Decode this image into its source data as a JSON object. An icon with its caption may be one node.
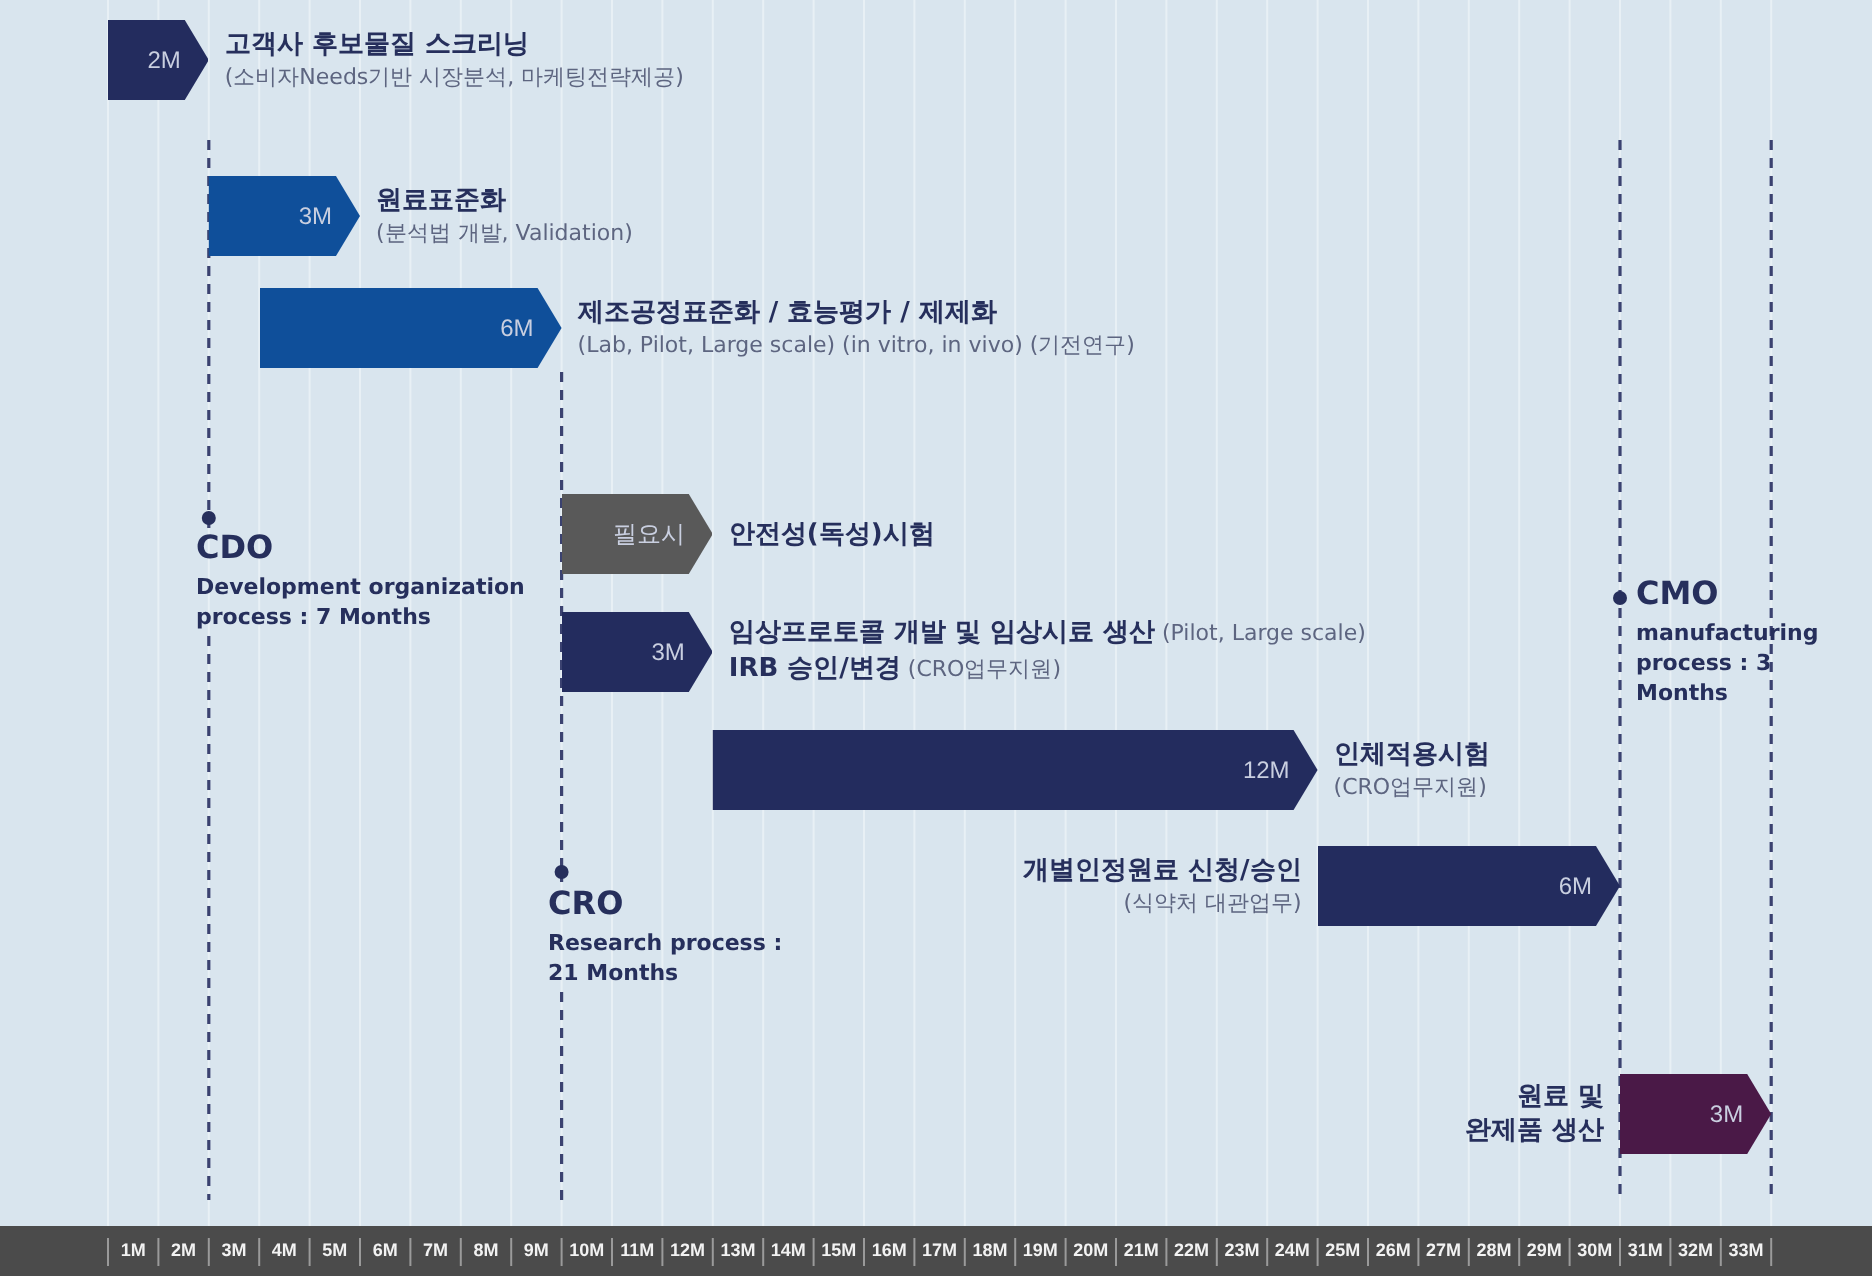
{
  "diagram": {
    "nodes": [
      {
        "text": [
          "2M"
        ],
        "beside": [
          "고객사 후보물질 스크리닝",
          "(소비자Needs기반 시장분석, 마케팅전략제공)"
        ]
      },
      {
        "text": [
          "3M"
        ],
        "beside": [
          "원료표준화",
          "(분석법 개발, Validation)"
        ]
      },
      {
        "text": [
          "6M"
        ],
        "beside": [
          "제조공정표준화 / 효능평가 / 제제화",
          "(Lab, Pilot, Large scale)  (in vitro, in vivo) (기전연구)"
        ]
      },
      {
        "text": [
          "필요시"
        ],
        "beside": [
          "안전성(독성)시험"
        ]
      },
      {
        "text": [
          "3M"
        ],
        "beside": [
          "**임상프로토콜 개발 및 임상시료 생산** (Pilot, Large scale)",
          "**IRB 승인/변경** (CRO업무지원)"
        ]
      },
      {
        "text": [
          "12M"
        ],
        "beside": [
          "인체적용시험",
          "(CRO업무지원)"
        ]
      },
      {
        "text": [
          "6M"
        ],
        "beside": [
          "개별인정원료 신청/승인",
          "(식약처 대관업무)"
        ]
      },
      {
        "text": [
          "3M"
        ],
        "beside": [
          "원료 및 완제품 생산"
        ]
      }
    ],
    "labels": [
      "CDO",
      "Development organization process : 7 Months",
      "CRO",
      "Research process : 21 Months",
      "CMO",
      "manufacturing process : 3 Months",
      "1M",
      "2M",
      "3M",
      "4M",
      "5M",
      "6M",
      "7M",
      "8M",
      "9M",
      "10M",
      "11M",
      "12M",
      "13M",
      "14M",
      "15M",
      "16M",
      "17M",
      "18M",
      "19M",
      "20M",
      "21M",
      "22M",
      "23M",
      "24M",
      "25M",
      "26M",
      "27M",
      "28M",
      "29M",
      "30M",
      "31M",
      "32M",
      "33M"
    ]
  }
}
